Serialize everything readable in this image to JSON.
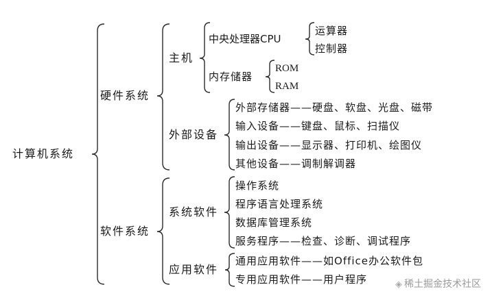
{
  "root": "计算机系统",
  "hardware": {
    "label": "硬件系统",
    "host": {
      "label": "主机",
      "cpu": {
        "label": "中央处理器CPU",
        "children": [
          "运算器",
          "控制器"
        ]
      },
      "memory": {
        "label": "内存储器",
        "children": [
          "ROM",
          "RAM"
        ]
      }
    },
    "peripherals": {
      "label": "外部设备",
      "items": [
        {
          "label": "外部存储器",
          "dash": "——",
          "detail": "硬盘、软盘、光盘、磁带"
        },
        {
          "label": "输入设备",
          "dash": "——",
          "detail": "键盘、鼠标、扫描仪"
        },
        {
          "label": "输出设备",
          "dash": "——",
          "detail": "显示器、打印机、绘图仪"
        },
        {
          "label": "其他设备",
          "dash": "——",
          "detail": "调制解调器"
        }
      ]
    }
  },
  "software": {
    "label": "软件系统",
    "system": {
      "label": "系统软件",
      "items": [
        {
          "label": "操作系统"
        },
        {
          "label": "程序语言处理系统"
        },
        {
          "label": "数据库管理系统"
        },
        {
          "label": "服务程序",
          "dash": "——",
          "detail": "检查、诊断、调试程序"
        }
      ]
    },
    "application": {
      "label": "应用软件",
      "items": [
        {
          "label": "通用应用软件",
          "dash": "——",
          "detail": "如Office办公软件包"
        },
        {
          "label": "专用应用软件",
          "dash": "——",
          "detail": "用户程序"
        }
      ]
    }
  },
  "watermark": {
    "icon": "juejin-logo-icon",
    "text": "稀土掘金技术社区"
  }
}
